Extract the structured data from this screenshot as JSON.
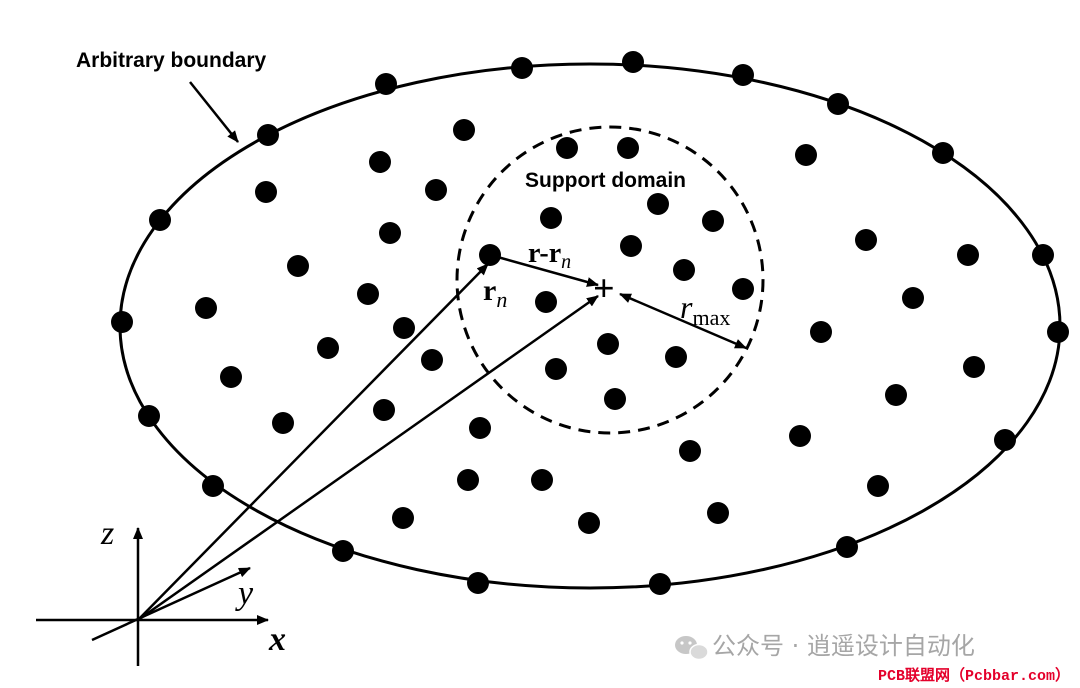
{
  "labels": {
    "boundary": "Arbitrary boundary",
    "support_domain": "Support domain",
    "r_minus_rn_r1": "r",
    "r_minus_rn_dash": "-",
    "r_minus_rn_r2": "r",
    "r_minus_rn_sub": "n",
    "rn_r": "r",
    "rn_sub": "n",
    "rmax_r": "r",
    "rmax_sub": "max",
    "plus": "+"
  },
  "axes": {
    "z": "z",
    "y": "y",
    "x": "x"
  },
  "watermark": {
    "icon": "wechat-icon",
    "account": "公众号 · 逍遥设计自动化",
    "site": "PCB联盟网（Pcbbar.com）",
    "site_color": "#e4002b"
  }
}
